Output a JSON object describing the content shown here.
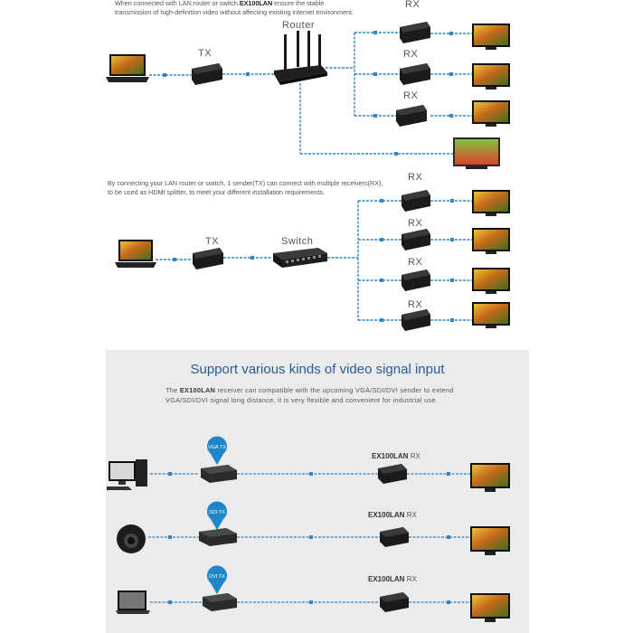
{
  "section1": {
    "caption_pre": "When connected with LAN router or switch,",
    "caption_bold": "EX100LAN",
    "caption_post": " ensure the stable",
    "caption_line2": "transmission of high-definition video without affecting existing internet environment.",
    "tx_label": "TX",
    "router_label": "Router",
    "rx_label_1": "RX",
    "rx_label_2": "RX",
    "rx_label_3": "RX"
  },
  "section2": {
    "caption_line1": "By connecting your LAN router or switch, 1 sender(TX) can connect with multiple receivers(RX),",
    "caption_line2": "to be used as HDMI splitter, to meet your different installation requirements.",
    "tx_label": "TX",
    "switch_label": "Switch",
    "rx_label_1": "RX",
    "rx_label_2": "RX",
    "rx_label_3": "RX",
    "rx_label_4": "RX"
  },
  "section3": {
    "headline": "Support various kinds of video signal input",
    "para_pre": "The ",
    "para_bold": "EX100LAN",
    "para_post": " receiver can compatible with the upcoming VGA/SDI/DVI sender to extend VGA/SDI/DVI signal long distance, it is very flexible and convenient for industrial use.",
    "rows": [
      {
        "badge": "VGA TX",
        "rx_model": "EX100LAN",
        "rx_suffix": " RX"
      },
      {
        "badge": "SDI TX",
        "rx_model": "EX100LAN",
        "rx_suffix": " RX"
      },
      {
        "badge": "DVI TX",
        "rx_model": "EX100LAN",
        "rx_suffix": " RX"
      }
    ]
  },
  "colors": {
    "cable": "#2f86c5",
    "badge": "#1f86c9",
    "device": "#1b1b1b",
    "headline": "#2a5a9a",
    "panel": "#ebebeb"
  }
}
